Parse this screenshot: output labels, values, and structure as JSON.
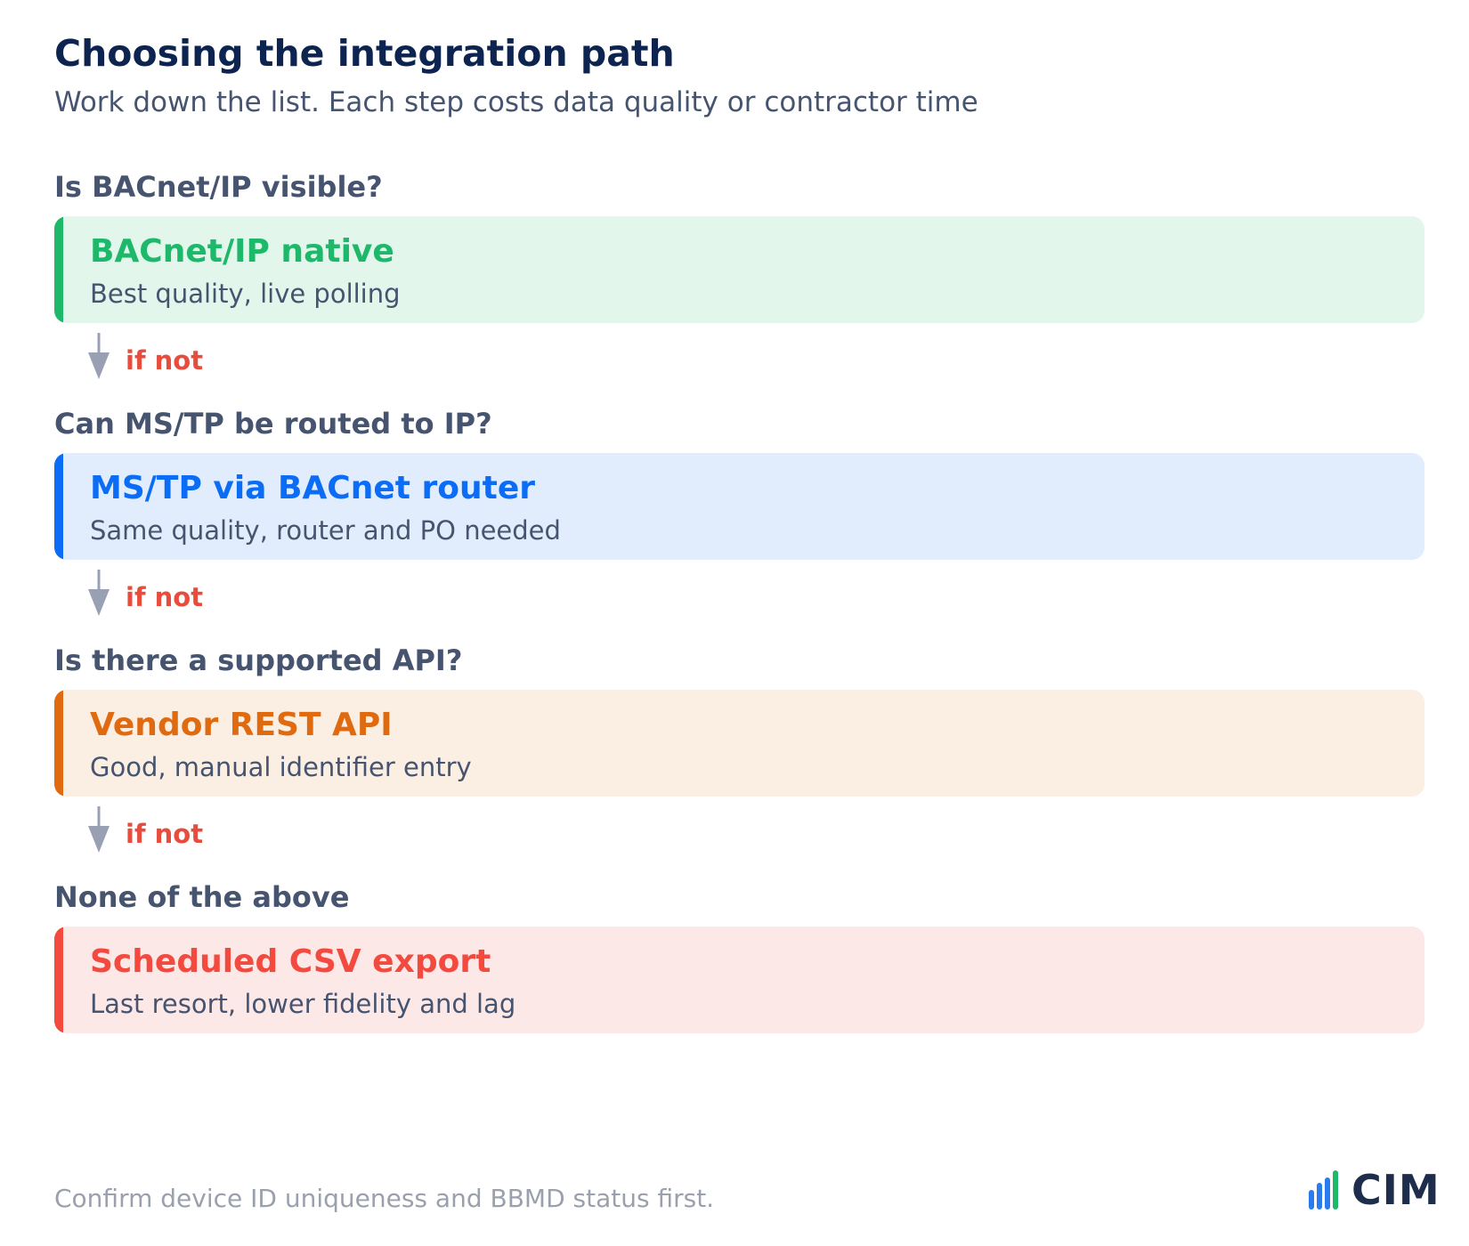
{
  "header": {
    "title": "Choosing the integration path",
    "subtitle": "Work down the list. Each step costs data quality or contractor time"
  },
  "steps": [
    {
      "question": "Is BACnet/IP visible?",
      "option_name": "BACnet/IP native",
      "option_desc": "Best quality, live polling",
      "color": "#1db86a",
      "background": "#e3f6ec",
      "connector_label": "if not"
    },
    {
      "question": "Can MS/TP be routed to IP?",
      "option_name": "MS/TP via BACnet router",
      "option_desc": "Same quality, router and PO needed",
      "color": "#0b6df6",
      "background": "#e1edfd",
      "connector_label": "if not"
    },
    {
      "question": "Is there a supported API?",
      "option_name": "Vendor REST API",
      "option_desc": "Good, manual identifier entry",
      "color": "#e06a10",
      "background": "#fbeee3",
      "connector_label": "if not"
    },
    {
      "question": "None of the above",
      "option_name": "Scheduled CSV export",
      "option_desc": "Last resort, lower fidelity and lag",
      "color": "#f24a3f",
      "background": "#fde8e8"
    }
  ],
  "footer": {
    "note": "Confirm device ID uniqueness and BBMD status first.",
    "logo_text": "CIM"
  },
  "colors": {
    "title": "#0d2451",
    "text_secondary": "#46546f",
    "connector_label": "#e74c3c",
    "arrow": "#9aa0b4",
    "footer_text": "#9aa0ac"
  }
}
